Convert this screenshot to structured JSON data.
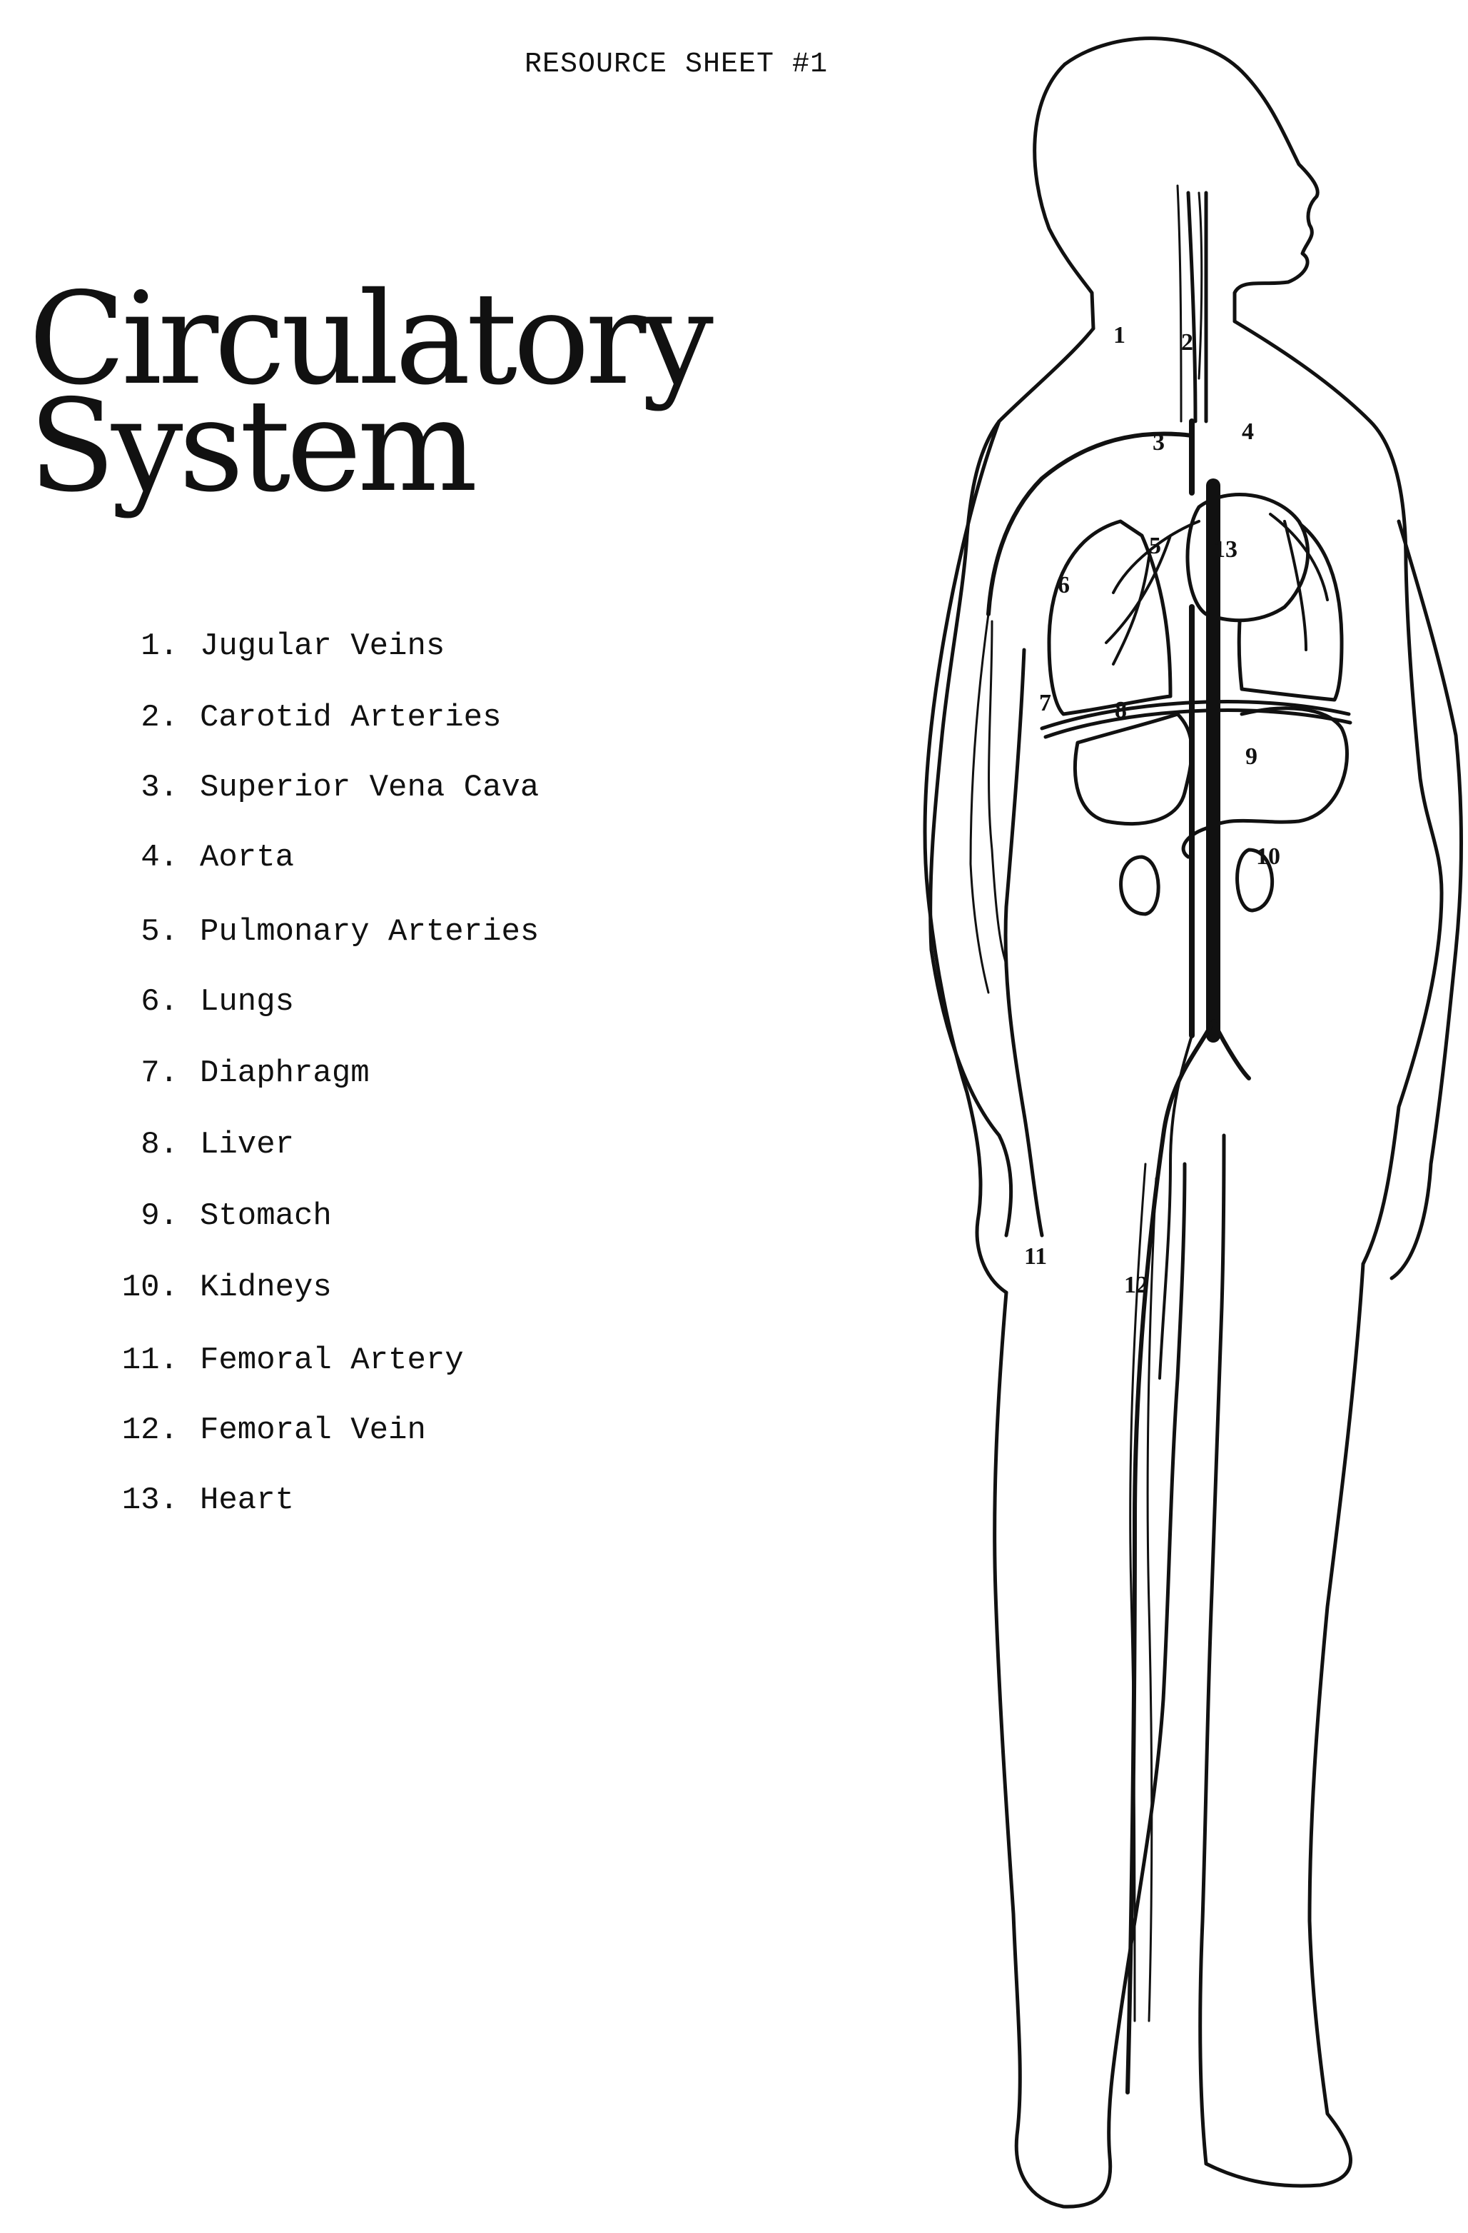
{
  "header": "RESOURCE SHEET #1",
  "title_lines": [
    "Circulatory",
    "System"
  ],
  "legend": [
    {
      "num": "1.",
      "label": "Jugular Veins"
    },
    {
      "num": "2.",
      "label": "Carotid Arteries"
    },
    {
      "num": "3.",
      "label": "Superior Vena Cava"
    },
    {
      "num": "4.",
      "label": "Aorta"
    },
    {
      "num": "5.",
      "label": "Pulmonary Arteries"
    },
    {
      "num": "6.",
      "label": "Lungs"
    },
    {
      "num": "7.",
      "label": "Diaphragm"
    },
    {
      "num": "8.",
      "label": "Liver"
    },
    {
      "num": "9.",
      "label": "Stomach"
    },
    {
      "num": "10.",
      "label": "Kidneys"
    },
    {
      "num": "11.",
      "label": "Femoral Artery"
    },
    {
      "num": "12.",
      "label": "Femoral Vein"
    },
    {
      "num": "13.",
      "label": "Heart"
    }
  ],
  "figure_labels": [
    "1",
    "2",
    "3",
    "4",
    "5",
    "6",
    "7",
    "8",
    "9",
    "10",
    "11",
    "12",
    "13"
  ]
}
